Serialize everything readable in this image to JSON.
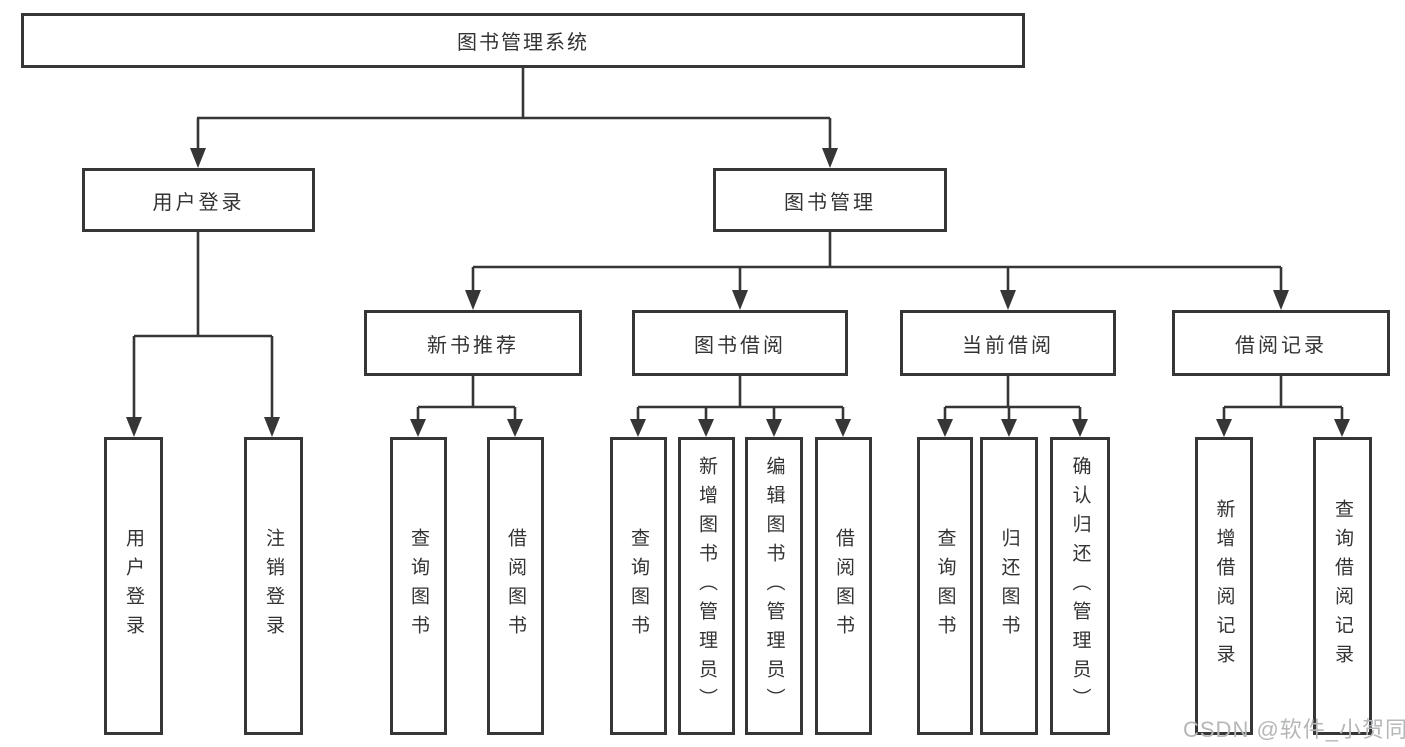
{
  "diagram": {
    "type": "hierarchy-tree",
    "colors": {
      "line": "#363636",
      "box_border": "#363636",
      "box_fill": "#ffffff",
      "text": "#333333",
      "watermark": "#b5b7b9",
      "background": "#ffffff"
    }
  },
  "nodes": {
    "root": {
      "label": "图书管理系统"
    },
    "branches": [
      {
        "label": "用户登录",
        "children": [
          {
            "label": "用户登录"
          },
          {
            "label": "注销登录"
          }
        ]
      },
      {
        "label": "图书管理",
        "children": [
          {
            "label": "新书推荐",
            "children": [
              {
                "label": "查询图书"
              },
              {
                "label": "借阅图书"
              }
            ]
          },
          {
            "label": "图书借阅",
            "children": [
              {
                "label": "查询图书"
              },
              {
                "label": "新增图书（管理员）"
              },
              {
                "label": "编辑图书（管理员）"
              },
              {
                "label": "借阅图书"
              }
            ]
          },
          {
            "label": "当前借阅",
            "children": [
              {
                "label": "查询图书"
              },
              {
                "label": "归还图书"
              },
              {
                "label": "确认归还（管理员）"
              }
            ]
          },
          {
            "label": "借阅记录",
            "children": [
              {
                "label": "新增借阅记录"
              },
              {
                "label": "查询借阅记录"
              }
            ]
          }
        ]
      }
    ]
  },
  "watermark": {
    "text": "CSDN @软件_小贺同学"
  }
}
